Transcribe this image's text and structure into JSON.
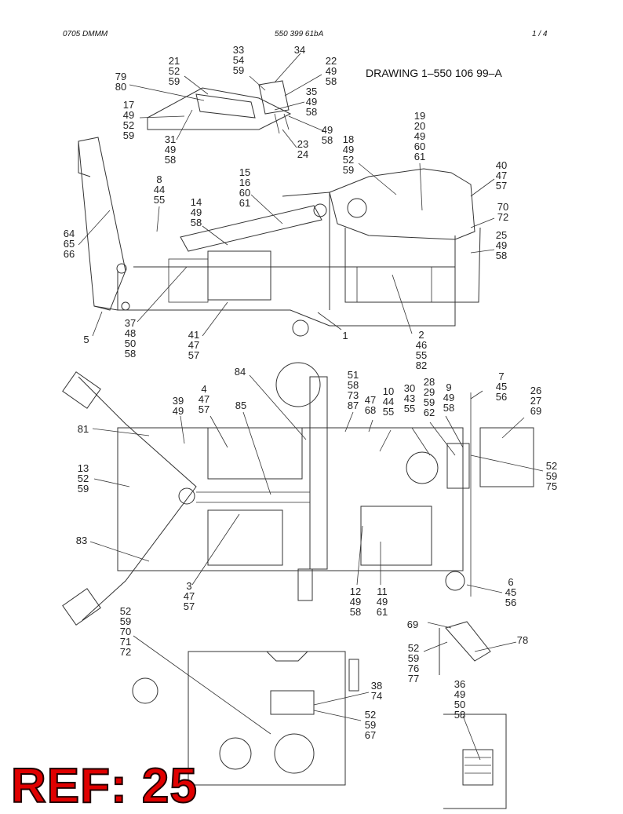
{
  "header": {
    "left": "0705 DMMM",
    "center": "550 399 61bA",
    "right": "1 /   4"
  },
  "drawing_label": "DRAWING  1–550 106 99–A",
  "ref_label": "REF: 25",
  "callouts": [
    {
      "id": "c1",
      "lines": [
        "33",
        "54",
        "59"
      ]
    },
    {
      "id": "c2",
      "lines": [
        "34"
      ]
    },
    {
      "id": "c3",
      "lines": [
        "21",
        "52",
        "59"
      ]
    },
    {
      "id": "c4",
      "lines": [
        "22",
        "49",
        "58"
      ]
    },
    {
      "id": "c5",
      "lines": [
        "79",
        "80"
      ]
    },
    {
      "id": "c6",
      "lines": [
        "35",
        "49",
        "58"
      ]
    },
    {
      "id": "c7",
      "lines": [
        "17",
        "49",
        "52",
        "59"
      ]
    },
    {
      "id": "c8",
      "lines": [
        "49",
        "58"
      ]
    },
    {
      "id": "c9",
      "lines": [
        "31",
        "49",
        "58"
      ]
    },
    {
      "id": "c10",
      "lines": [
        "23",
        "24"
      ]
    },
    {
      "id": "c11",
      "lines": [
        "19",
        "20",
        "49",
        "60",
        "61"
      ]
    },
    {
      "id": "c12",
      "lines": [
        "18",
        "49",
        "52",
        "59"
      ]
    },
    {
      "id": "c13",
      "lines": [
        "40",
        "47",
        "57"
      ]
    },
    {
      "id": "c14",
      "lines": [
        "15",
        "16",
        "60",
        "61"
      ]
    },
    {
      "id": "c15",
      "lines": [
        "8",
        "44",
        "55"
      ]
    },
    {
      "id": "c16",
      "lines": [
        "70",
        "72"
      ]
    },
    {
      "id": "c17",
      "lines": [
        "14",
        "49",
        "58"
      ]
    },
    {
      "id": "c18",
      "lines": [
        "25",
        "49",
        "58"
      ]
    },
    {
      "id": "c19",
      "lines": [
        "64",
        "65",
        "66"
      ]
    },
    {
      "id": "c20",
      "lines": [
        "37",
        "48",
        "50",
        "58"
      ]
    },
    {
      "id": "c21",
      "lines": [
        "5"
      ]
    },
    {
      "id": "c22",
      "lines": [
        "41",
        "47",
        "57"
      ]
    },
    {
      "id": "c23",
      "lines": [
        "1"
      ]
    },
    {
      "id": "c24",
      "lines": [
        "2",
        "46",
        "55",
        "82"
      ]
    },
    {
      "id": "c25",
      "lines": [
        "84"
      ]
    },
    {
      "id": "c26",
      "lines": [
        "51",
        "58",
        "73",
        "87"
      ]
    },
    {
      "id": "c27",
      "lines": [
        "7",
        "45",
        "56"
      ]
    },
    {
      "id": "c28",
      "lines": [
        "28",
        "29",
        "59",
        "62"
      ]
    },
    {
      "id": "c29",
      "lines": [
        "30",
        "43",
        "55"
      ]
    },
    {
      "id": "c30",
      "lines": [
        "9",
        "49",
        "58"
      ]
    },
    {
      "id": "c31",
      "lines": [
        "10",
        "44",
        "55"
      ]
    },
    {
      "id": "c32",
      "lines": [
        "47",
        "68"
      ]
    },
    {
      "id": "c33",
      "lines": [
        "26",
        "27",
        "69"
      ]
    },
    {
      "id": "c34",
      "lines": [
        "4",
        "47",
        "57"
      ]
    },
    {
      "id": "c35",
      "lines": [
        "39",
        "49"
      ]
    },
    {
      "id": "c36",
      "lines": [
        "85"
      ]
    },
    {
      "id": "c37",
      "lines": [
        "81"
      ]
    },
    {
      "id": "c38",
      "lines": [
        "52",
        "59",
        "75"
      ]
    },
    {
      "id": "c39",
      "lines": [
        "13",
        "52",
        "59"
      ]
    },
    {
      "id": "c40",
      "lines": [
        "83"
      ]
    },
    {
      "id": "c41",
      "lines": [
        "3",
        "47",
        "57"
      ]
    },
    {
      "id": "c42",
      "lines": [
        "12",
        "49",
        "58"
      ]
    },
    {
      "id": "c43",
      "lines": [
        "11",
        "49",
        "61"
      ]
    },
    {
      "id": "c44",
      "lines": [
        "6",
        "45",
        "56"
      ]
    },
    {
      "id": "c45",
      "lines": [
        "52",
        "59",
        "70",
        "71",
        "72"
      ]
    },
    {
      "id": "c46",
      "lines": [
        "69"
      ]
    },
    {
      "id": "c47",
      "lines": [
        "78"
      ]
    },
    {
      "id": "c48",
      "lines": [
        "52",
        "59",
        "76",
        "77"
      ]
    },
    {
      "id": "c49",
      "lines": [
        "38",
        "74"
      ]
    },
    {
      "id": "c50",
      "lines": [
        "36",
        "49",
        "50",
        "58"
      ]
    },
    {
      "id": "c51",
      "lines": [
        "52",
        "59",
        "67"
      ]
    }
  ]
}
